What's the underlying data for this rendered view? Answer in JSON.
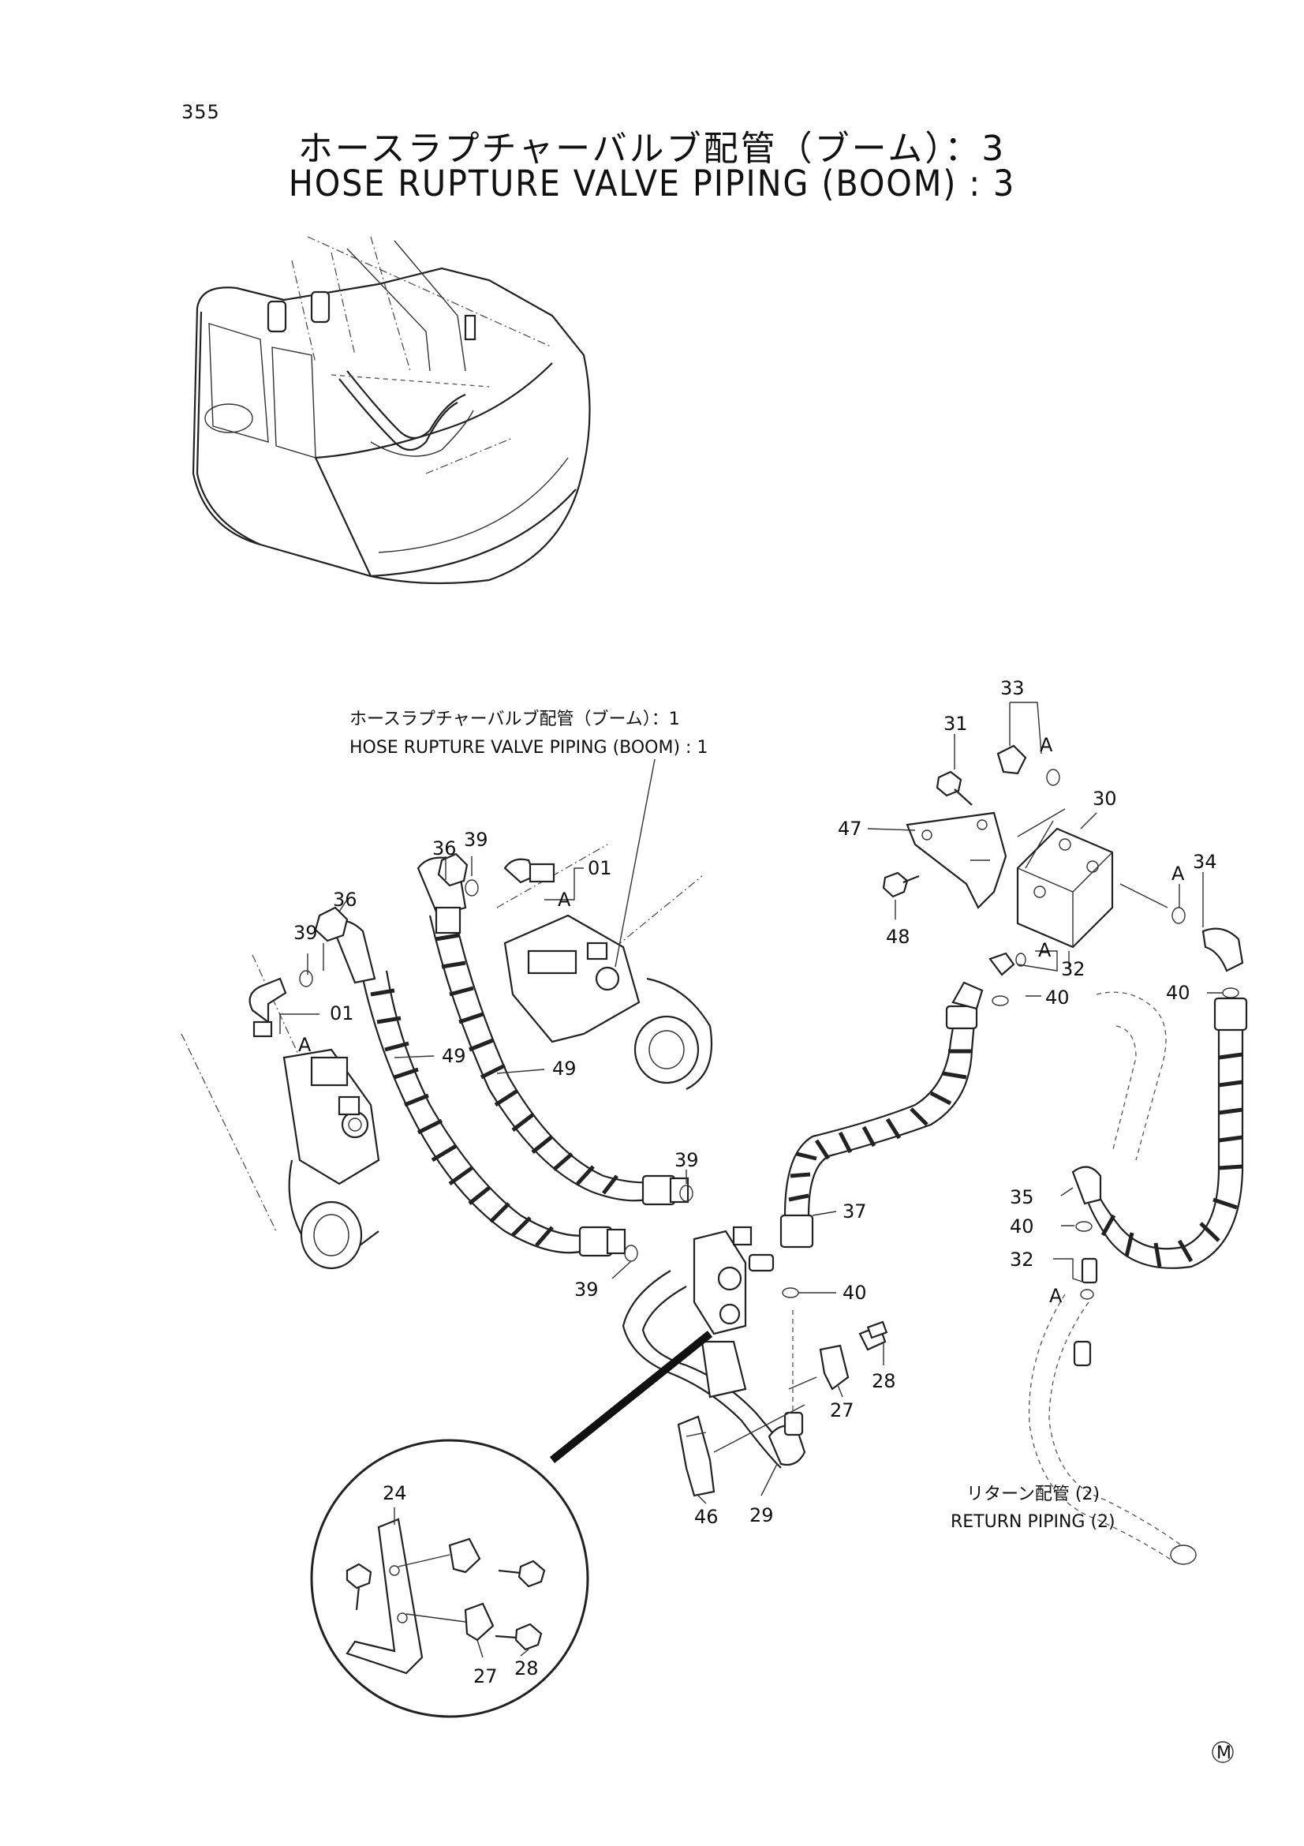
{
  "page_number": "355",
  "title": {
    "japanese": "ホースラプチャーバルブ配管（ブーム）：3",
    "english": "HOSE RUPTURE VALVE PIPING (BOOM) : 3"
  },
  "references": {
    "boom_piping_1_jp": "ホースラプチャーバルブ配管（ブーム）：1",
    "boom_piping_1_en": "HOSE RUPTURE VALVE PIPING (BOOM) : 1",
    "return_piping_jp": "リターン配管 (2)",
    "return_piping_en": "RETURN PIPING (2)"
  },
  "callouts": {
    "c01a": "01",
    "c01b": "01",
    "c24": "24",
    "c27a": "27",
    "c27b": "27",
    "c28a": "28",
    "c28b": "28",
    "c29": "29",
    "c30": "30",
    "c31": "31",
    "c32a": "32",
    "c32b": "32",
    "c33": "33",
    "c34": "34",
    "c35": "35",
    "c36a": "36",
    "c36b": "36",
    "c37": "37",
    "c39a": "39",
    "c39b": "39",
    "c39c": "39",
    "c39d": "39",
    "c40a": "40",
    "c40b": "40",
    "c40c": "40",
    "c40d": "40",
    "c46": "46",
    "c47": "47",
    "c48": "48",
    "c49a": "49",
    "c49b": "49",
    "kitA1": "A",
    "kitA2": "A",
    "kitA3": "A",
    "kitA4": "A",
    "kitA5": "A",
    "kitA6": "A"
  },
  "mark": "M"
}
